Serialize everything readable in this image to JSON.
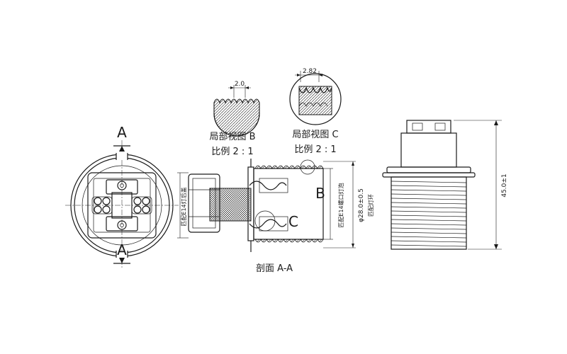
{
  "front_view": {
    "section_mark_top": "A",
    "section_mark_bottom": "A"
  },
  "detail_b": {
    "dimension": "2.0",
    "title": "局部视图 B",
    "scale": "比例 2 : 1"
  },
  "detail_c": {
    "dimension": "2.82",
    "title": "局部视图 C",
    "scale": "比例 2 : 1"
  },
  "section_view": {
    "caption": "剖面 A-A",
    "callout_b": "B",
    "callout_c": "C",
    "label_left": "匹配E14灯后盖",
    "label_right": "匹配E14螺口灯泡"
  },
  "side_view": {
    "diameter_dim": "φ28.0±0.5",
    "diameter_note": "匹配灯环",
    "height_dim": "45.0±1"
  }
}
